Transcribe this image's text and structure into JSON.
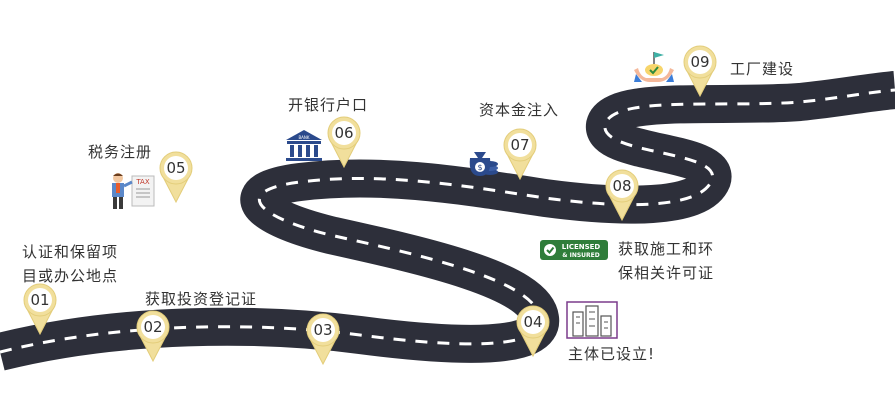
{
  "steps": [
    {
      "num": "01",
      "label_lines": [
        "认证和保留项",
        "目或办公地点"
      ]
    },
    {
      "num": "02",
      "label_lines": [
        "获取投资登记证"
      ]
    },
    {
      "num": "03",
      "label_lines": []
    },
    {
      "num": "04",
      "label_lines": [
        "主体已设立!"
      ]
    },
    {
      "num": "05",
      "label_lines": [
        "税务注册"
      ]
    },
    {
      "num": "06",
      "label_lines": [
        "开银行户口"
      ]
    },
    {
      "num": "07",
      "label_lines": [
        "资本金注入"
      ]
    },
    {
      "num": "08",
      "label_lines": [
        "获取施工和环",
        "保相关许可证"
      ]
    },
    {
      "num": "09",
      "label_lines": [
        "工厂建设"
      ]
    }
  ],
  "badges": {
    "tax": "TAX",
    "bank": "BANK",
    "licensed_line1": "LICENSED",
    "licensed_line2": "& INSURED"
  },
  "colors": {
    "road": "#2d2f3a",
    "road_edge": "#ffffff",
    "dash": "#ffffff",
    "pin_fill": "#f1df9c",
    "pin_ring": "#ffffff",
    "badge_green": "#2f7d3a",
    "bank_blue": "#2b4a8c"
  },
  "icons": [
    "person-tax-icon",
    "bank-icon",
    "money-bag-icon",
    "hands-flag-icon",
    "licensed-badge-icon",
    "buildings-icon"
  ]
}
